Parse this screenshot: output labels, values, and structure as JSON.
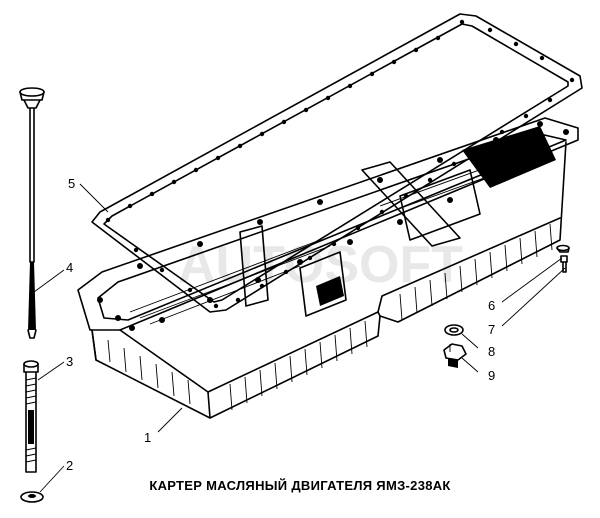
{
  "caption": "КАРТЕР МАСЛЯНЫЙ ДВИГАТЕЛЯ ЯМЗ-238АК",
  "watermark": "AUTOSOFT",
  "callouts": [
    "1",
    "2",
    "3",
    "4",
    "5",
    "6",
    "7",
    "8",
    "9"
  ]
}
